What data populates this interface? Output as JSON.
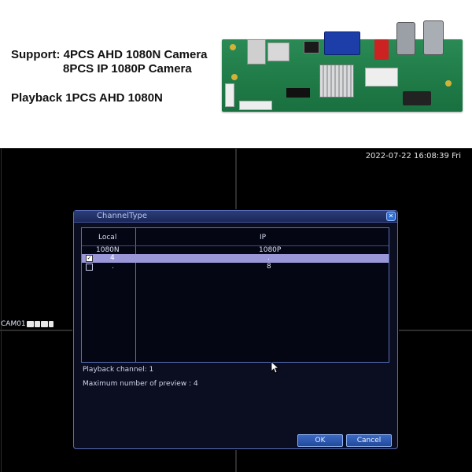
{
  "promo": {
    "line1": "Support: 4PCS AHD 1080N Camera",
    "line2": "8PCS IP 1080P Camera",
    "line3": "Playback 1PCS AHD 1080N"
  },
  "screen": {
    "clock": "2022-07-22 16:08:39 Fri",
    "camera_label": "CAM01",
    "camera_status_icons": [
      "camera-icon",
      "motion-icon",
      "record-icon",
      "device-icon"
    ]
  },
  "dialog": {
    "title": "ChannelType",
    "close_icon": "close-icon",
    "table": {
      "headers": {
        "local": "Local",
        "ip": "IP"
      },
      "rows": [
        {
          "checked": false,
          "show_checkbox": false,
          "local": "1080N",
          "ip": "1080P"
        },
        {
          "checked": true,
          "show_checkbox": true,
          "local": "4",
          "ip": "."
        },
        {
          "checked": false,
          "show_checkbox": true,
          "local": ".",
          "ip": "8"
        }
      ]
    },
    "playback_channel": "Playback channel: 1",
    "max_preview": "Maximum number of preview   : 4",
    "ok_label": "OK",
    "cancel_label": "Cancel"
  },
  "colors": {
    "dialog_bg": "#0b0d20",
    "accent": "#5a6fb8",
    "selected_row": "#9a97d8",
    "button": "#2d5bb5"
  }
}
